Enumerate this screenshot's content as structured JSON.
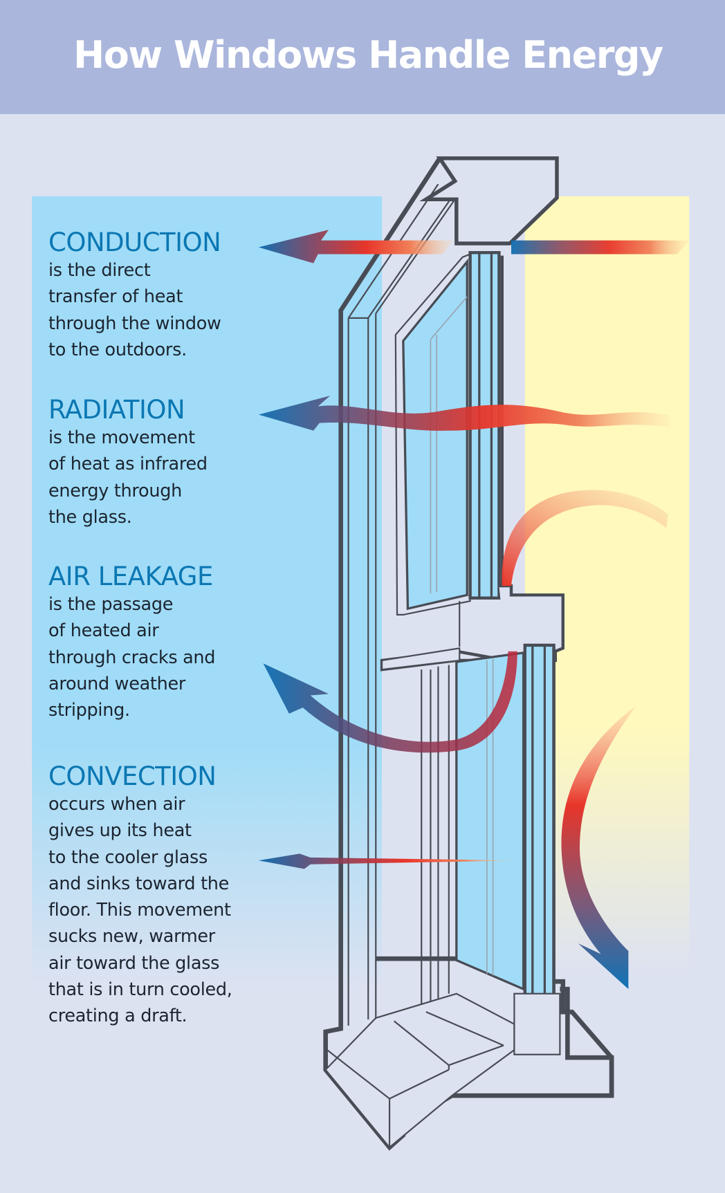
{
  "header": {
    "title": "How Windows Handle Energy",
    "background_color": "#aab6dc"
  },
  "colors": {
    "page_background": "#dde2f1",
    "outdoor_cold_panel": "#a0dcf7",
    "indoor_warm_panel": "#fff9bc",
    "heading_blue": "#0b77b3",
    "body_text": "#1c2430",
    "heat_red": "#e8352a",
    "cold_blue": "#0f73b6",
    "frame_outline": "#484c55"
  },
  "sections": [
    {
      "heading": "CONDUCTION",
      "body": "is the direct\ntransfer of heat\nthrough the window\nto the outdoors.",
      "arrow": "straight-arrow-left"
    },
    {
      "heading": "RADIATION",
      "body": "is the movement\nof heat as infrared\nenergy through\nthe glass.",
      "arrow": "wavy-arrow-left"
    },
    {
      "heading": "AIR LEAKAGE",
      "body": "is the passage\nof heated air\nthrough cracks and\naround weather\nstripping.",
      "arrow": "curved-arrow-up-left"
    },
    {
      "heading": "CONVECTION",
      "body": "occurs when air\ngives up its heat\nto the cooler glass\nand sinks toward the\nfloor. This movement\nsucks new, warmer\nair toward the glass\nthat is in turn cooled,\ncreating a draft.",
      "arrow": "curved-arrow-down"
    }
  ],
  "diagram": {
    "subject": "window-cross-section",
    "left_side": "outdoors (cold)",
    "right_side": "indoors (warm)"
  }
}
